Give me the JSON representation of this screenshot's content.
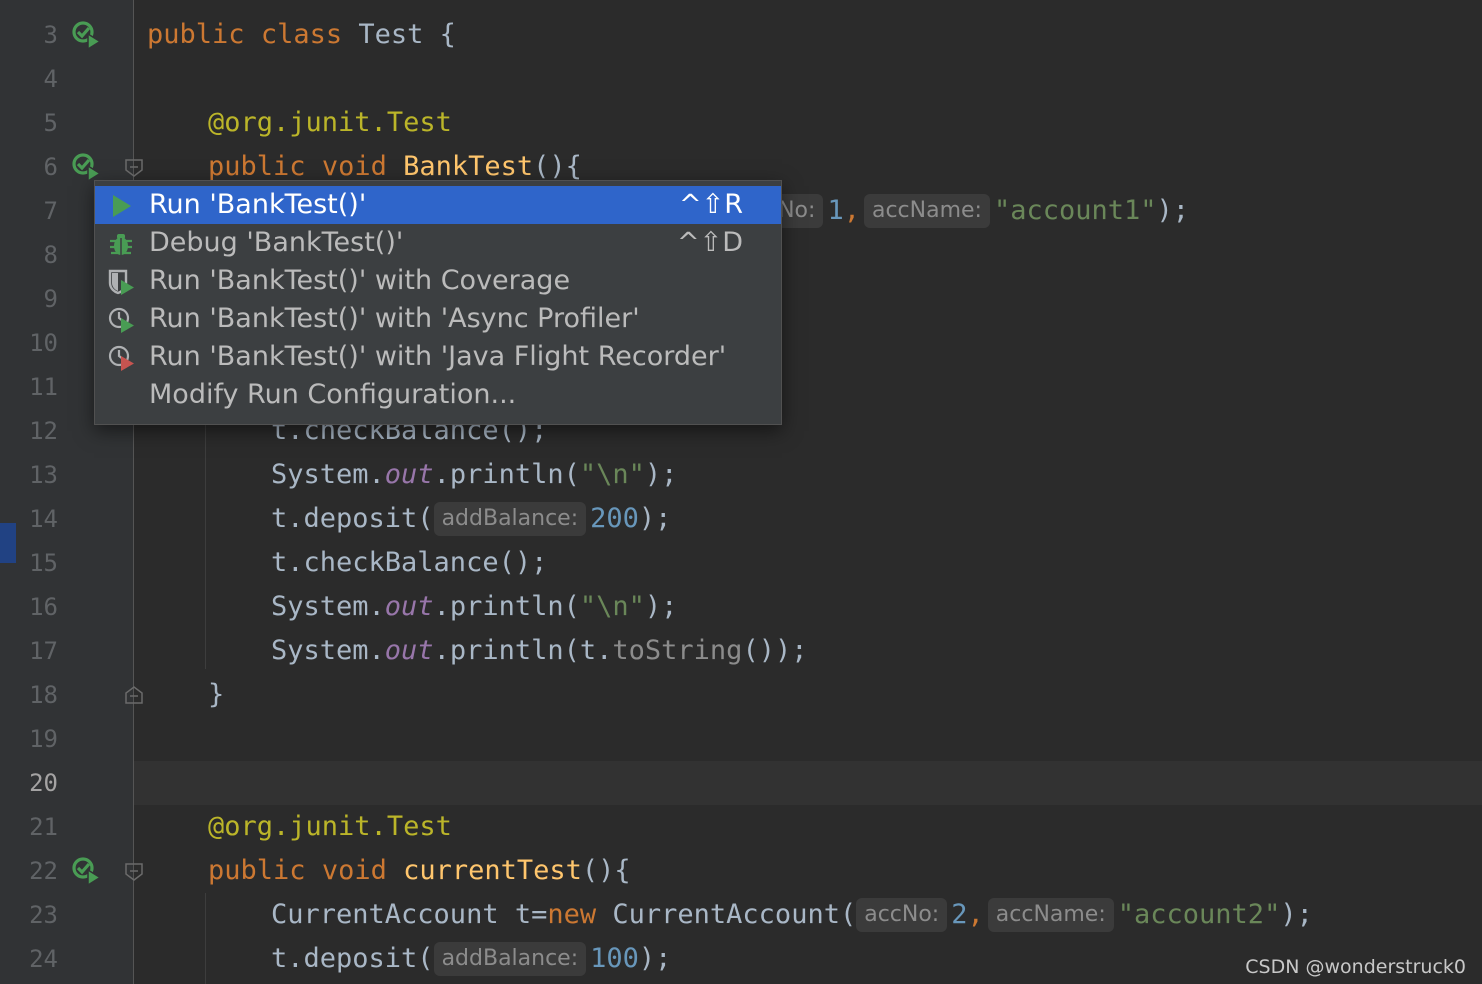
{
  "editor": {
    "line_numbers": [
      "3",
      "4",
      "5",
      "6",
      "7",
      "8",
      "9",
      "10",
      "11",
      "12",
      "13",
      "14",
      "15",
      "16",
      "17",
      "18",
      "19",
      "20",
      "21",
      "22",
      "23",
      "24"
    ],
    "current_line": "20",
    "lines": {
      "l3": {
        "kw1": "public",
        "kw2": "class",
        "name": "Test",
        "brace": "{"
      },
      "l5": {
        "at": "@org.junit.",
        "ann": "Test"
      },
      "l6": {
        "kw1": "public",
        "kw2": "void",
        "fn": "BankTest",
        "rest": "(){"
      },
      "l7": {
        "hint1": "cNo:",
        "num1": "1",
        "comma": ",",
        "hint2": "accName:",
        "str": "\"account1\"",
        "end": ");"
      },
      "l12": {
        "text": "t.checkBalance();"
      },
      "l13": {
        "pre": "System.",
        "fld": "out",
        "mid": ".println(",
        "str": "\"\\n\"",
        "end": ");"
      },
      "l14": {
        "pre": "t.deposit(",
        "hint": "addBalance:",
        "num": "200",
        "end": ");"
      },
      "l15": {
        "text": "t.checkBalance();"
      },
      "l16": {
        "pre": "System.",
        "fld": "out",
        "mid": ".println(",
        "str": "\"\\n\"",
        "end": ");"
      },
      "l17": {
        "pre": "System.",
        "fld": "out",
        "mid": ".println(t.",
        "gray": "toString",
        "end": "());"
      },
      "l18": {
        "text": "}"
      },
      "l21": {
        "at": "@org.junit.",
        "ann": "Test"
      },
      "l22": {
        "kw1": "public",
        "kw2": "void",
        "fn": "currentTest",
        "rest": "(){"
      },
      "l23": {
        "pre": "CurrentAccount t=",
        "kw": "new",
        "mid": " CurrentAccount(",
        "hint1": "accNo:",
        "num1": "2",
        "comma": ",",
        "hint2": "accName:",
        "str": "\"account2\"",
        "end": ");"
      },
      "l24": {
        "pre": "t.deposit(",
        "hint": "addBalance:",
        "num": "100",
        "end": ");"
      }
    }
  },
  "popup_menu": {
    "items": [
      {
        "label": "Run 'BankTest()'",
        "shortcut": "^⇧R",
        "icon": "run-icon"
      },
      {
        "label": "Debug 'BankTest()'",
        "shortcut": "^⇧D",
        "icon": "debug-icon"
      },
      {
        "label": "Run 'BankTest()' with Coverage",
        "shortcut": "",
        "icon": "coverage-icon"
      },
      {
        "label": "Run 'BankTest()' with 'Async Profiler'",
        "shortcut": "",
        "icon": "profiler-icon"
      },
      {
        "label": "Run 'BankTest()' with 'Java Flight Recorder'",
        "shortcut": "",
        "icon": "flight-recorder-icon"
      },
      {
        "label": "Modify Run Configuration...",
        "shortcut": "",
        "icon": ""
      }
    ],
    "selected_index": 0
  },
  "watermark": "CSDN @wonderstruck0",
  "colors": {
    "background": "#2b2b2b",
    "gutter": "#313335",
    "keyword": "#cc7832",
    "annotation": "#bbb529",
    "function": "#ffc66d",
    "number": "#6897bb",
    "string": "#6a8759",
    "field": "#9876aa",
    "menu_bg": "#3c3f41",
    "menu_selected": "#2f65ca",
    "run_green": "#499c54"
  }
}
